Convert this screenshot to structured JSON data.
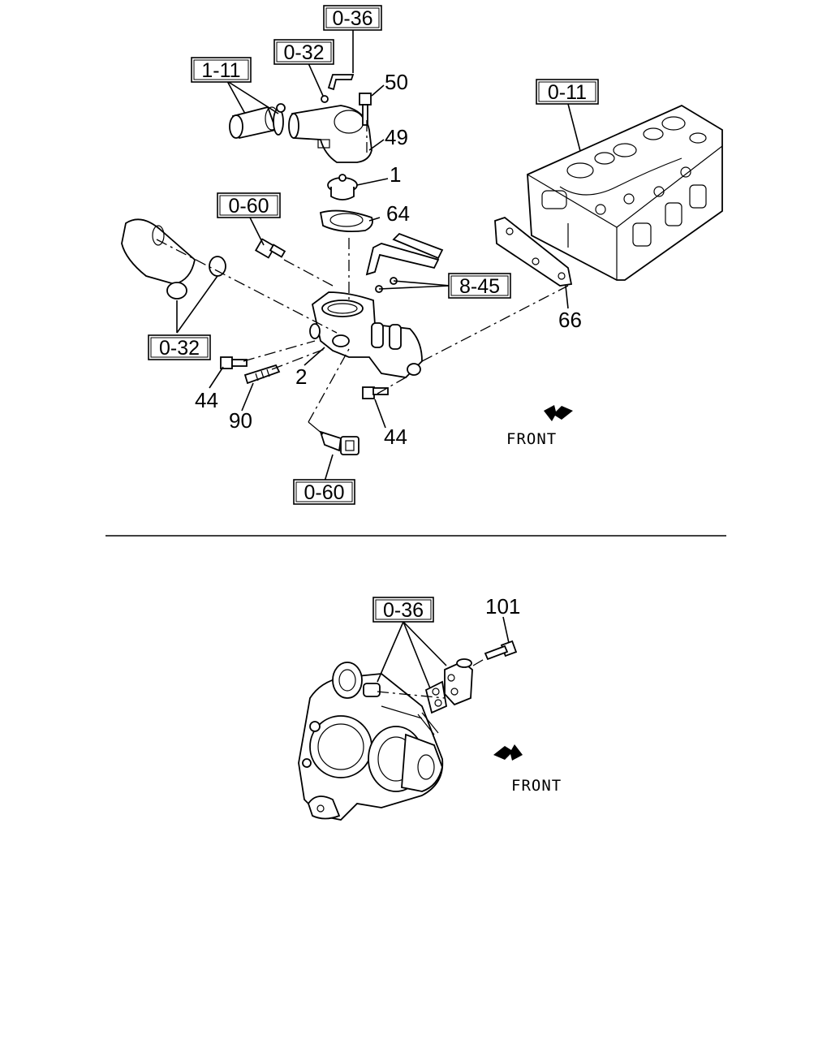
{
  "top_diagram": {
    "ref_boxes": {
      "r036": "0-36",
      "r032_top": "0-32",
      "r111_top": "1-11",
      "r011": "0-11",
      "r060_left": "0-60",
      "r845": "8-45",
      "r032_bottom": "0-32",
      "r060_bottom": "0-60"
    },
    "callouts": {
      "c50": "50",
      "c49": "49",
      "c1": "1",
      "c64": "64",
      "c66": "66",
      "c2": "2",
      "c44_left": "44",
      "c90": "90",
      "c44_right": "44"
    },
    "direction": "FRONT"
  },
  "bottom_diagram": {
    "ref_boxes": {
      "r036": "0-36"
    },
    "callouts": {
      "c101": "101"
    },
    "direction": "FRONT"
  }
}
